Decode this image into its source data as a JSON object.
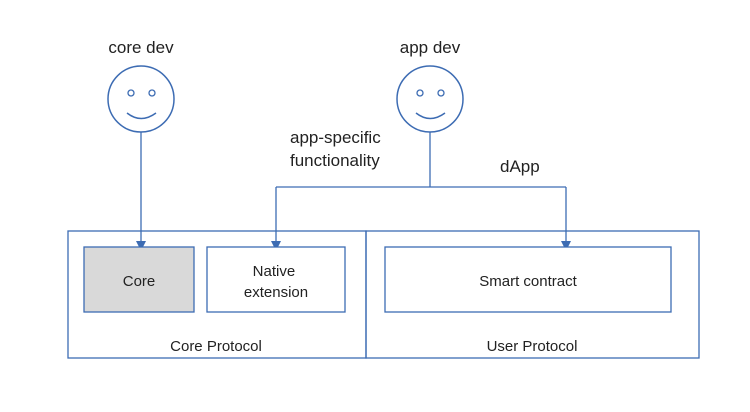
{
  "actors": {
    "core_dev": {
      "label": "core dev"
    },
    "app_dev": {
      "label": "app dev"
    }
  },
  "edge_labels": {
    "app_specific": [
      "app-specific",
      "functionality"
    ],
    "dapp": "dApp"
  },
  "boxes": {
    "core": "Core",
    "native_extension": [
      "Native",
      "extension"
    ],
    "smart_contract": "Smart contract"
  },
  "regions": {
    "core_protocol": "Core Protocol",
    "user_protocol": "User Protocol"
  },
  "colors": {
    "line": "#3d6cb3",
    "core_fill": "#d9d9d9",
    "text": "#222222"
  }
}
